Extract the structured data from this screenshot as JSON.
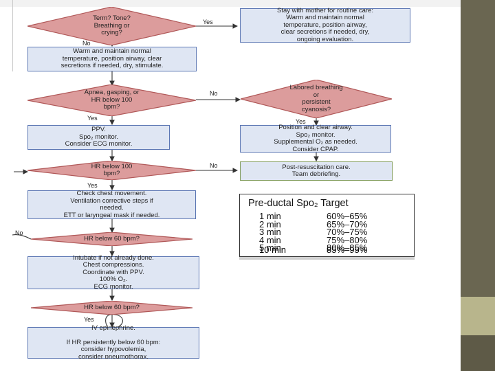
{
  "flowchart": {
    "d1": "Term? Tone?\nBreathing or\ncrying?",
    "routine_care": "Stay with mother for routine care:\nWarm and maintain normal\ntemperature, position airway,\nclear secretions if needed, dry,\nongoing evaluation.",
    "warm": "Warm and maintain normal\ntemperature, position airway, clear\nsecretions if needed, dry, stimulate.",
    "d2": "Apnea, gasping, or\nHR below 100\nbpm?",
    "d3": "Labored breathing\nor\npersistent\ncyanosis?",
    "ppv": "PPV.\nSpo₂ monitor.\nConsider ECG monitor.",
    "position": "Position and clear airway.\nSpo₂ monitor.\nSupplemental O₂ as needed.\nConsider CPAP.",
    "d4": "HR below 100\nbpm?",
    "post": "Post-resuscitation care.\nTeam debriefing.",
    "chest": "Check chest movement.\nVentilation corrective steps if\nneeded.\nETT or laryngeal mask if needed.",
    "d5": "HR below 60 bpm?",
    "intubate": "Intubate if not already done.\nChest compressions.\nCoordinate with PPV.\n100% O₂.\nECG monitor.",
    "d6": "HR below 60 bpm?",
    "epi": "IV epinephrine.\n\nIf HR persistently below 60 bpm:\nconsider hypovolemia,\nconsider pneumothorax.",
    "labels": {
      "yes": "Yes",
      "no": "No"
    }
  },
  "spo2_table": {
    "title": "Pre-ductal Spo₂ Target",
    "rows": [
      {
        "time": "1 min",
        "range": "60%–65%"
      },
      {
        "time": "2 min",
        "range": "65%–70%"
      },
      {
        "time": "3 min",
        "range": "70%–75%"
      },
      {
        "time": "4 min",
        "range": "75%–80%"
      },
      {
        "time": "5 min",
        "range": "80%–85%"
      },
      {
        "time": "10 min",
        "range": "85%–95%"
      }
    ]
  },
  "colors": {
    "diamond_fill": "#dc9c9c",
    "diamond_stroke": "#b05858",
    "box_fill": "#dfe6f3",
    "box_stroke": "#5b76b3",
    "side_band": "#6a6651",
    "side_accent": "#b8b58c"
  }
}
